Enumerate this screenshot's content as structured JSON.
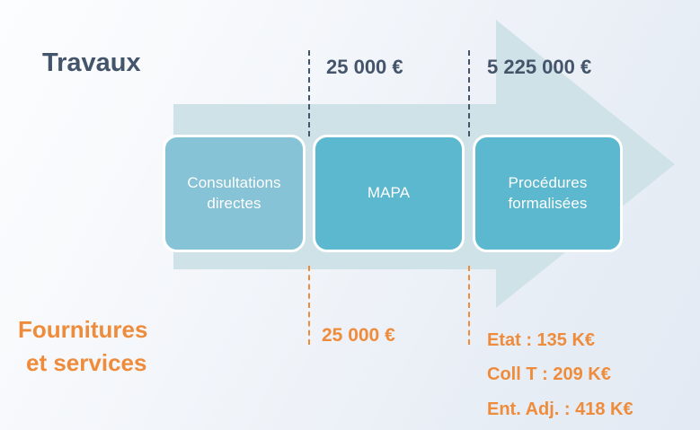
{
  "slide": {
    "background_from": "#fcfdfe",
    "background_to": "#e3eaf3"
  },
  "arrow": {
    "fill": "#cfe2e8",
    "name": "right-pointing-process-arrow"
  },
  "top_row": {
    "category_label": "Travaux",
    "category_color": "#44546a",
    "thresholds": [
      {
        "value": "25 000 €"
      },
      {
        "value": "5 225 000 €"
      }
    ]
  },
  "process": {
    "steps": [
      {
        "id": "consultations",
        "line1": "Consultations",
        "line2": "directes",
        "fill": "#86c3d6"
      },
      {
        "id": "mapa",
        "line1": "MAPA",
        "line2": "",
        "fill": "#5cb8ce"
      },
      {
        "id": "formalisees",
        "line1": "Procédures",
        "line2": "formalisées",
        "fill": "#5cb8ce"
      }
    ]
  },
  "bottom_row": {
    "category_line1": "Fournitures",
    "category_line2": "et services",
    "category_color": "#ee8c3c",
    "threshold_1": "25 000 €",
    "thresholds_2": [
      "Etat : 135 K€",
      "Coll T : 209 K€",
      "Ent. Adj. : 418 K€"
    ]
  }
}
